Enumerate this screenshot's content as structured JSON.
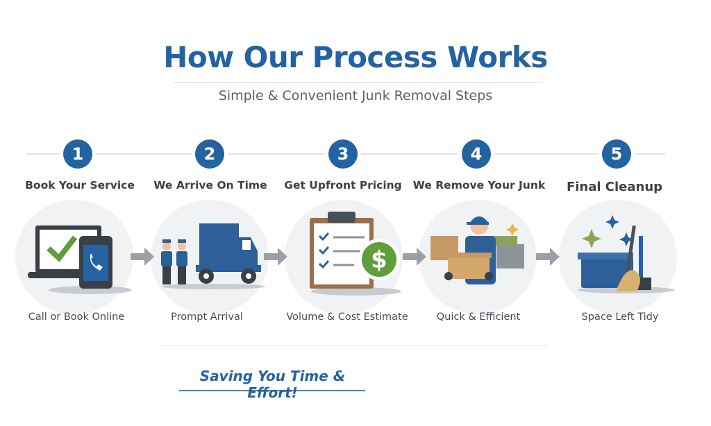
{
  "header": {
    "title": "How Our Process Works",
    "subtitle": "Simple & Convenient Junk Removal Steps"
  },
  "steps": [
    {
      "number": "1",
      "title": "Book Your Service",
      "caption": "Call or Book Online",
      "icon": "laptop-phone-icon"
    },
    {
      "number": "2",
      "title": "We Arrive On Time",
      "caption": "Prompt Arrival",
      "icon": "truck-crew-icon"
    },
    {
      "number": "3",
      "title": "Get Upfront Pricing",
      "caption": "Volume & Cost Estimate",
      "icon": "clipboard-dollar-icon"
    },
    {
      "number": "4",
      "title": "We Remove Your Junk",
      "caption": "Quick & Efficient",
      "icon": "worker-box-icon"
    },
    {
      "number": "5",
      "title": "Final Cleanup",
      "caption": "Space Left Tidy",
      "icon": "broom-sparkle-icon"
    }
  ],
  "footer": {
    "tagline": "Saving You Time & Effort!"
  },
  "colors": {
    "brand": "#2463a3",
    "green": "#5f9e3a"
  }
}
